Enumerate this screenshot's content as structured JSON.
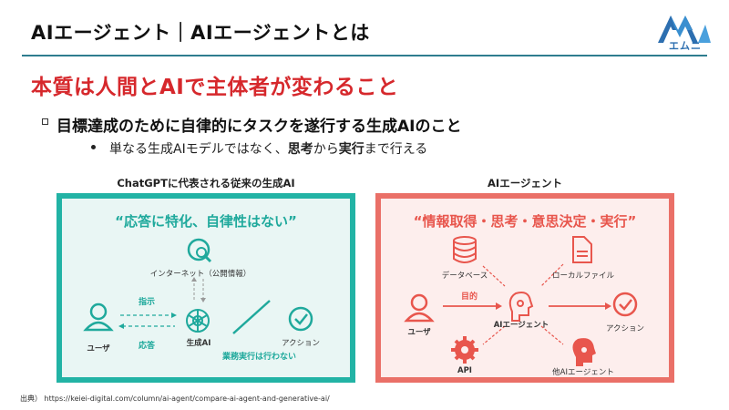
{
  "slide": {
    "title": "AIエージェント｜AIエージェントとは",
    "logo_text": "エムニ",
    "headline": "本質は人間とAIで主体者が変わること",
    "bullet1": "目標達成のために自律的にタスクを遂行する生成AIのこと",
    "bullet2": {
      "pre": "単なる生成AIモデルではなく、",
      "strong1": "思考",
      "mid": "から",
      "strong2": "実行",
      "post": "まで行える"
    }
  },
  "left_panel": {
    "caption": "ChatGPTに代表される従来の生成AI",
    "heading": "“応答に特化、自律性はない”",
    "internet_label": "インターネット（公開情報）",
    "instruction_label": "指示",
    "response_label": "応答",
    "user_label": "ユーザ",
    "genai_label": "生成AI",
    "action_label": "アクション",
    "no_exec_label": "業務実行は行わない"
  },
  "right_panel": {
    "caption": "AIエージェント",
    "heading": "“情報取得・思考・意思決定・実行”",
    "database_label": "データベース",
    "localfile_label": "ローカルファイル",
    "purpose_label": "目的",
    "user_label": "ユーザ",
    "agent_label": "AIエージェント",
    "action_label": "アクション",
    "api_label": "API",
    "other_agent_label": "他AIエージェント"
  },
  "footer": {
    "source_prefix": "出典）",
    "source_url": "https://keiei-digital.com/column/ai-agent/compare-ai-agent-and-generative-ai/"
  },
  "colors": {
    "accent_red": "#d6282c",
    "teal": "#22b3a5",
    "coral": "#ea7068",
    "rule": "#2e7d8f"
  }
}
